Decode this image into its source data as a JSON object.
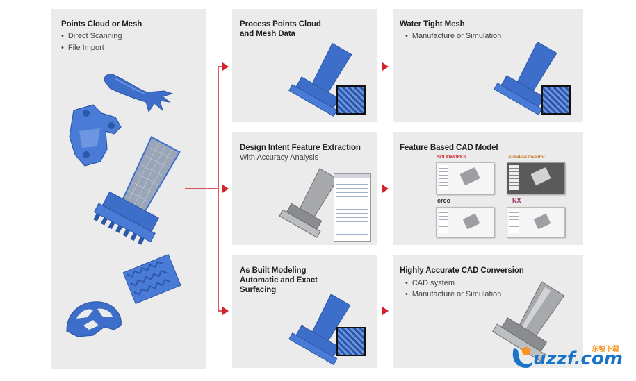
{
  "colors": {
    "panel_bg": "#ebebeb",
    "arrow_red": "#d2232a",
    "scan_blue": "#3d6ec9",
    "cad_gray": "#8a8c8f",
    "watermark_blue": "#1a75c9",
    "watermark_orange": "#f7931e"
  },
  "left": {
    "title": "Points Cloud or Mesh",
    "bullets": [
      "Direct Scanning",
      "File Import"
    ]
  },
  "steps": [
    {
      "title_line1": "Process Points Cloud",
      "title_line2": "and Mesh Data"
    },
    {
      "title_line1": "Design Intent Feature Extraction",
      "subtitle": "With Accuracy Analysis"
    },
    {
      "title_line1": "As Built Modeling",
      "title_line2": "Automatic and Exact",
      "title_line3": "Surfacing"
    }
  ],
  "results": [
    {
      "title": "Water Tight Mesh",
      "bullets": [
        "Manufacture or Simulation"
      ]
    },
    {
      "title": "Feature Based CAD Model",
      "cad_logos": [
        "SOLIDWORKS",
        "Autodesk Inventor",
        "creo",
        "NX"
      ]
    },
    {
      "title": "Highly Accurate CAD Conversion",
      "bullets": [
        "CAD system",
        "Manufacture or Simulation"
      ]
    }
  ],
  "watermark": {
    "brand": "uzzf.com",
    "cn": "东坡下载"
  },
  "icons": [
    "arm-scan",
    "bracket-scan",
    "turbine-blade-scan",
    "heat-sink-scan",
    "helmet-scan",
    "zoom-inset",
    "tree-panel"
  ]
}
